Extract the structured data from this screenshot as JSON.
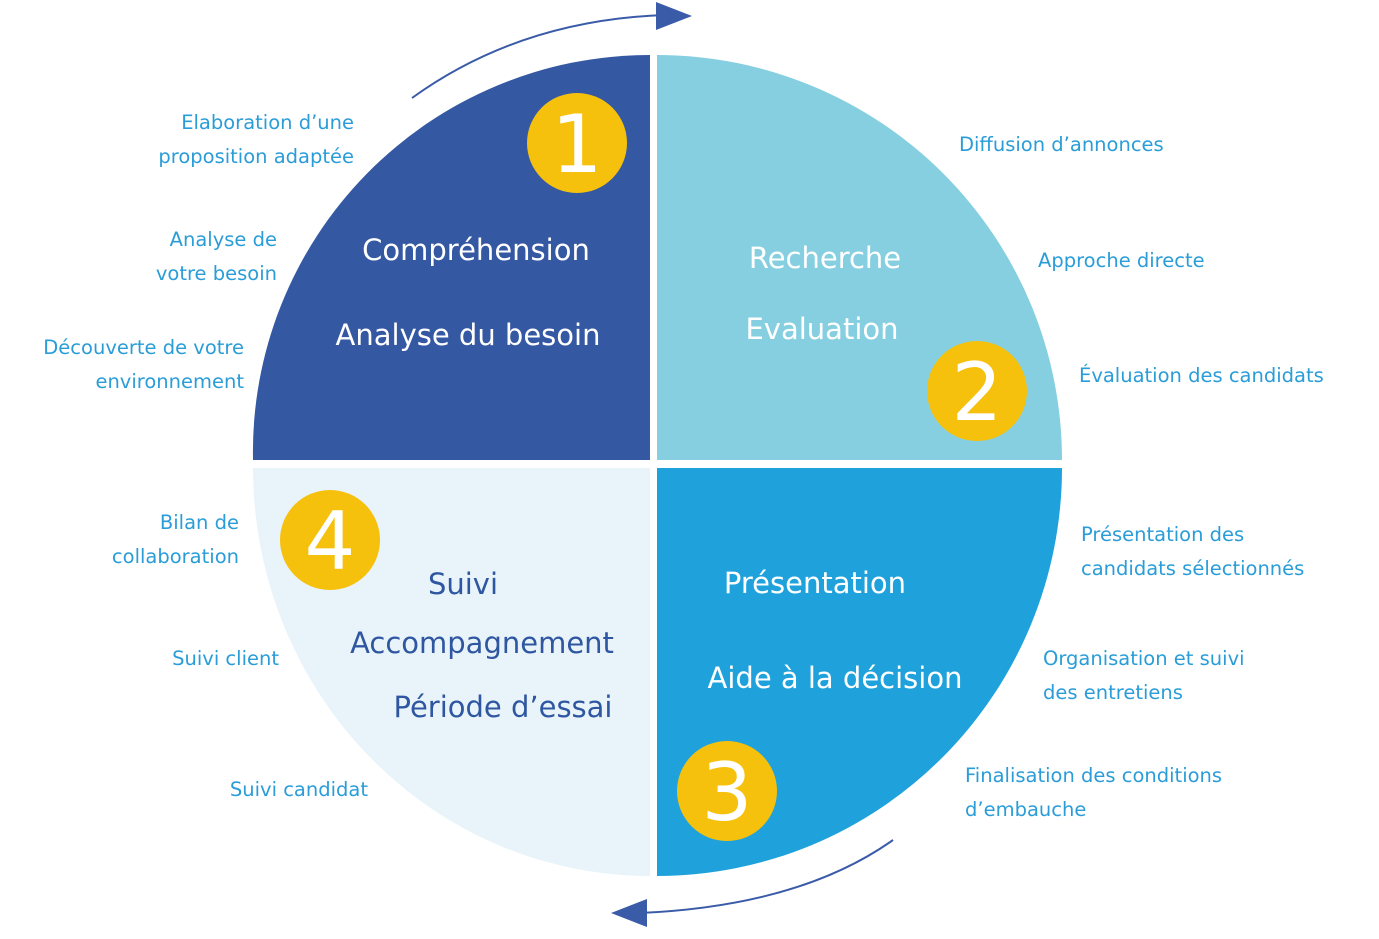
{
  "colors": {
    "q1_fill": "#3558a3",
    "q2_fill": "#86cfe0",
    "q3_fill": "#1fa2dc",
    "q4_fill": "#e8f4fa",
    "badge": "#f6c10c",
    "arrow": "#3a5ca8",
    "side_text": "#2a9dd8",
    "q4_text": "#2f56a0"
  },
  "quadrants": {
    "q1": {
      "number": "1",
      "line1": "Compréhension",
      "line2": "Analyse du besoin"
    },
    "q2": {
      "number": "2",
      "line1": "Recherche",
      "line2": "Evaluation"
    },
    "q3": {
      "number": "3",
      "line1": "Présentation",
      "line2": "Aide à la décision"
    },
    "q4": {
      "number": "4",
      "line1": "Suivi",
      "line2": "Accompagnement",
      "line3": "Période d’essai"
    }
  },
  "side_labels": {
    "left_top": [
      {
        "line1": "Elaboration d’une",
        "line2": "proposition adaptée"
      },
      {
        "line1": "Analyse de",
        "line2": "votre besoin"
      },
      {
        "line1": "Découverte de votre",
        "line2": "environnement"
      }
    ],
    "right_top": [
      {
        "line1": "Diffusion d’annonces"
      },
      {
        "line1": "Approche directe"
      },
      {
        "line1": "Évaluation des candidats"
      }
    ],
    "right_bottom": [
      {
        "line1": "Présentation des",
        "line2": "candidats sélectionnés"
      },
      {
        "line1": "Organisation et suivi",
        "line2": "des entretiens"
      },
      {
        "line1": "Finalisation des conditions",
        "line2": "d’embauche"
      }
    ],
    "left_bottom": [
      {
        "line1": "Bilan de",
        "line2": "collaboration"
      },
      {
        "line1": "Suivi client"
      },
      {
        "line1": "Suivi candidat"
      }
    ]
  }
}
